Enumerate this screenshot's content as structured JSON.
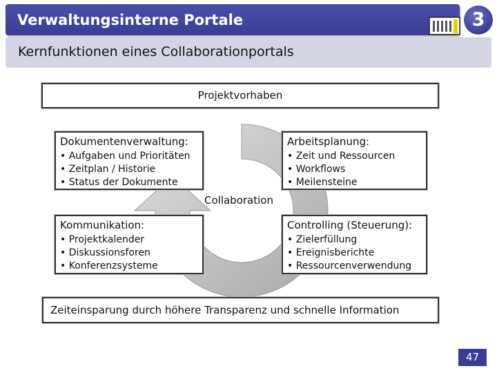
{
  "header": {
    "title": "Verwaltungsinterne Portale",
    "chapter": "3"
  },
  "subheader": {
    "title": "Kernfunktionen eines Collaborationportals"
  },
  "diagram": {
    "top_box": "Projektvorhaben",
    "center_label": "Collaboration",
    "quadrants": {
      "dokumente": {
        "title": "Dokumentenverwaltung:",
        "items": [
          "• Aufgaben und Prioritäten",
          "• Zeitplan / Historie",
          "• Status der Dokumente"
        ]
      },
      "arbeitsplanung": {
        "title": "Arbeitsplanung:",
        "items": [
          "• Zeit und Ressourcen",
          "• Workflows",
          "• Meilensteine"
        ]
      },
      "kommunikation": {
        "title": "Kommunikation:",
        "items": [
          "• Projektkalender",
          "• Diskussionsforen",
          "• Konferenzsysteme"
        ]
      },
      "controlling": {
        "title": "Controlling (Steuerung):",
        "items": [
          "• Zielerfüllung",
          "• Ereignisberichte",
          "• Ressourcenverwendung"
        ]
      }
    },
    "bottom_box": "Zeiteinsparung durch höhere Transparenz und schnelle Information"
  },
  "footer": {
    "page_number": "47"
  },
  "colors": {
    "brand": "#3a3d96",
    "subheader_bg": "#d3d5e4",
    "cycle_arrow": "#c4c4c4",
    "logo_accent": "#e8d000"
  }
}
